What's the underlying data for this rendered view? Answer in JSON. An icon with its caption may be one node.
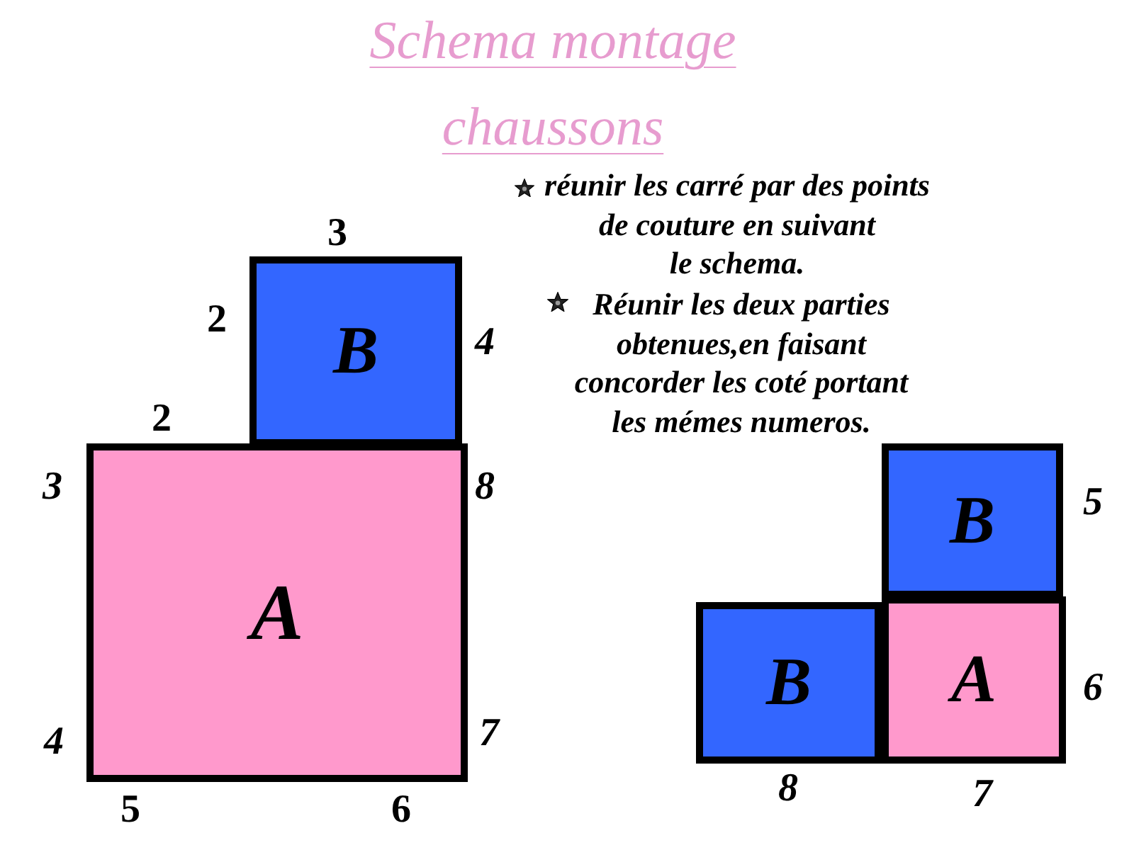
{
  "diagram": {
    "title": "Schema montage chaussons",
    "nodes": [
      {
        "text": [
          "B"
        ]
      },
      {
        "text": [
          "A"
        ]
      },
      {
        "text": [
          "B"
        ]
      },
      {
        "text": [
          "B"
        ]
      },
      {
        "text": [
          "A"
        ]
      }
    ],
    "labels": [
      "réunir les carré par des points de couture en suivant le schema.",
      "Réunir les deux parties obtenues,en faisant concorder les coté portant les mémes numeros.",
      "3",
      "2",
      "4",
      "2",
      "3",
      "8",
      "4",
      "7",
      "5",
      "6",
      "5",
      "6",
      "8",
      "7"
    ]
  }
}
